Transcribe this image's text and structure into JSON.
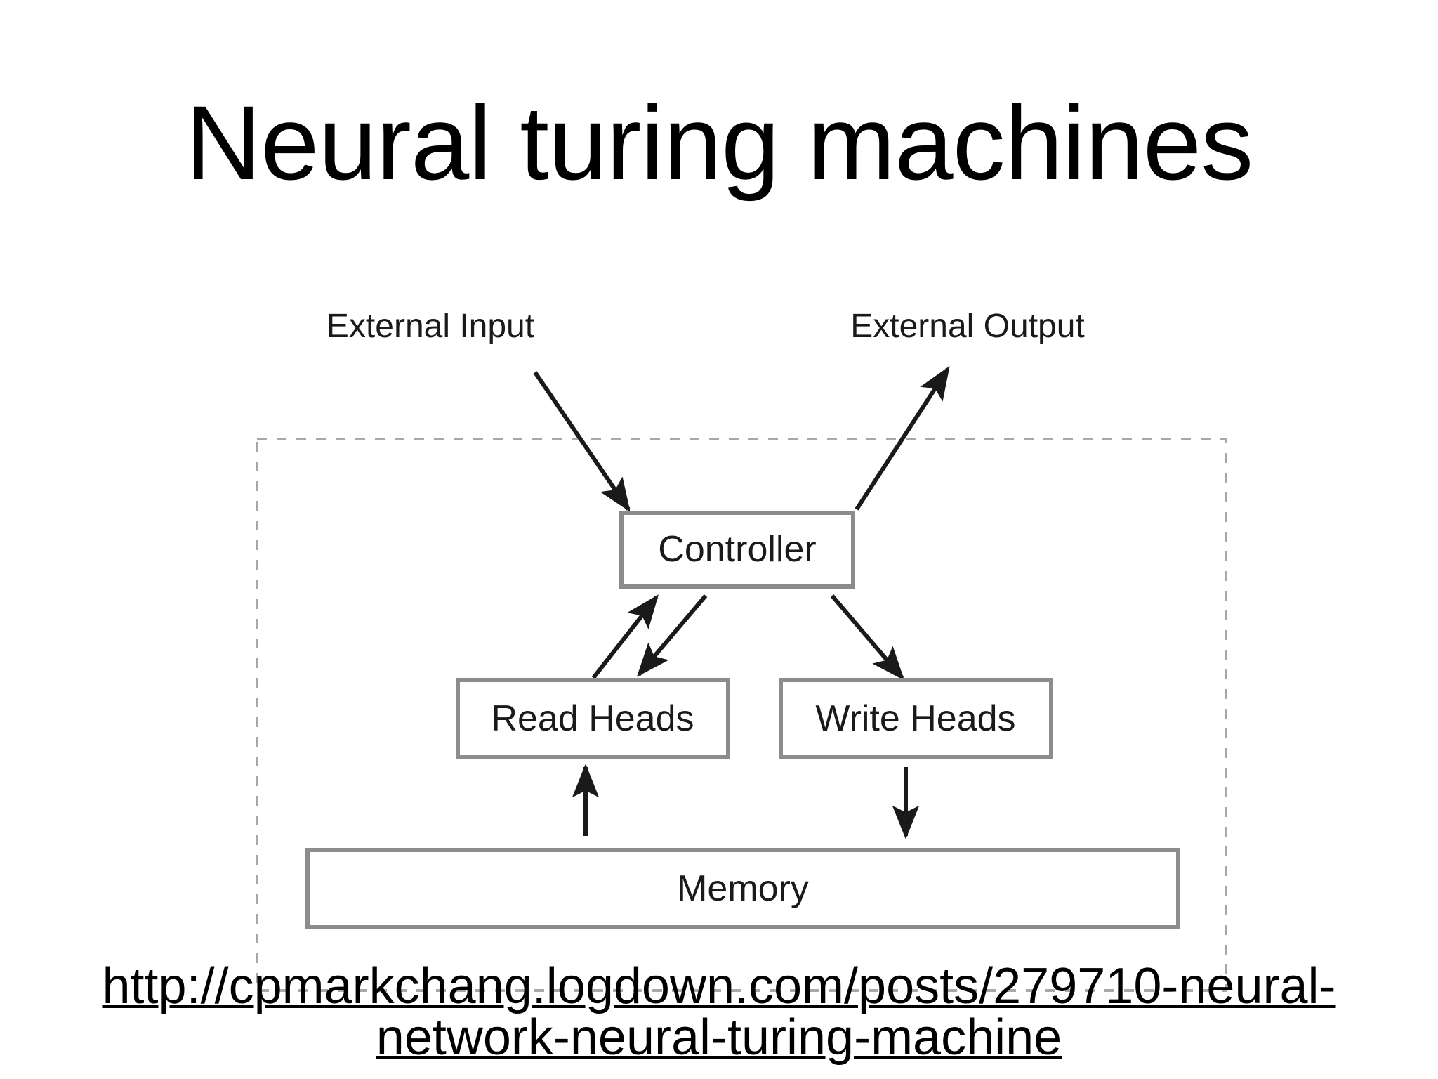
{
  "slide": {
    "title": "Neural turing machines",
    "background_color": "#ffffff",
    "text_color": "#000000"
  },
  "diagram": {
    "name": "neural-turing-machine-architecture",
    "boundary_label": "",
    "boundary_style": "dashed",
    "boundary_color": "#a0a0a0",
    "box_border_color": "#8c8c8c",
    "box_fill_color": "#ffffff",
    "arrow_color": "#1a1a1a",
    "labels": {
      "external_input": "External Input",
      "external_output": "External Output"
    },
    "boxes": [
      {
        "id": "controller",
        "label": "Controller"
      },
      {
        "id": "read-heads",
        "label": "Read Heads"
      },
      {
        "id": "write-heads",
        "label": "Write Heads"
      },
      {
        "id": "memory",
        "label": "Memory"
      }
    ],
    "connections": [
      {
        "from": "external-input",
        "to": "controller",
        "direction": "down-right"
      },
      {
        "from": "controller",
        "to": "external-output",
        "direction": "up-right"
      },
      {
        "from": "read-heads",
        "to": "controller",
        "direction": "up-right"
      },
      {
        "from": "controller",
        "to": "read-heads",
        "direction": "down-left"
      },
      {
        "from": "controller",
        "to": "write-heads",
        "direction": "down-right"
      },
      {
        "from": "memory",
        "to": "read-heads",
        "direction": "up"
      },
      {
        "from": "write-heads",
        "to": "memory",
        "direction": "down"
      }
    ]
  },
  "source": {
    "url_line_1": "http://cpmarkchang.logdown.com/posts/279710-neural-",
    "url_line_2": "network-neural-turing-machine",
    "url_full": "http://cpmarkchang.logdown.com/posts/279710-neural-network-neural-turing-machine"
  }
}
